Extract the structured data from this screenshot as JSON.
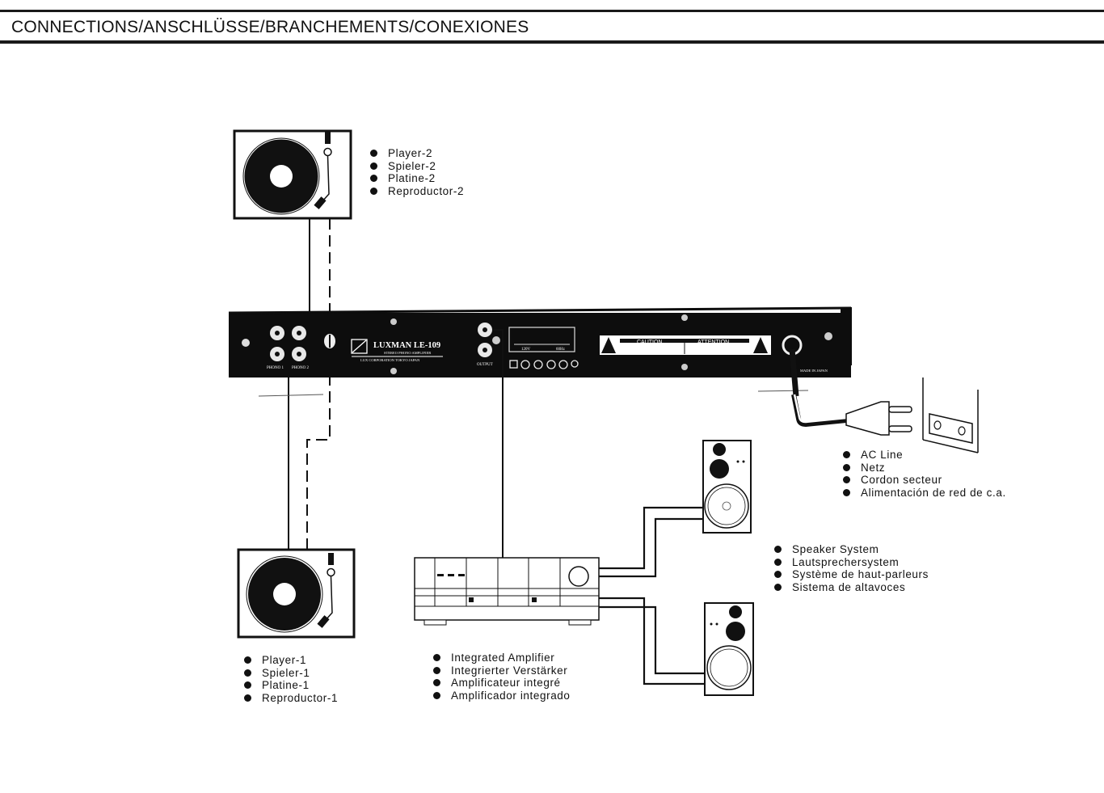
{
  "header": {
    "title": "CONNECTIONS/ANSCHLÜSSE/BRANCHEMENTS/CONEXIONES"
  },
  "receiver": {
    "brand": "LUXMAN LE-109",
    "subtitle": "STEREO PHONO AMPLIFIER",
    "maker": "LUX CORPORATION TOKYO JAPAN",
    "input_labels": [
      "PHONO 1",
      "PHONO 2"
    ],
    "output_label": "OUTPUT",
    "voltage_label": "120V",
    "frequency_label": "60Hz",
    "caution_label": "CAUTION",
    "attention_label": "ATTENTION",
    "made_in": "MADE IN JAPAN",
    "cert_icons": [
      "d-icon",
      "s-icon",
      "d-circle-icon",
      "n-icon",
      "fi-icon",
      "ul-icon"
    ]
  },
  "labels": {
    "player2": [
      "Player-2",
      "Spieler-2",
      "Platine-2",
      "Reproductor-2"
    ],
    "player1": [
      "Player-1",
      "Spieler-1",
      "Platine-1",
      "Reproductor-1"
    ],
    "amplifier": [
      "Integrated Amplifier",
      "Integrierter Verstärker",
      "Amplificateur integré",
      "Amplificador integrado"
    ],
    "ac_line": [
      "AC Line",
      "Netz",
      "Cordon secteur",
      "Alimentación de red de c.a."
    ],
    "speakers": [
      "Speaker System",
      "Lautsprechersystem",
      "Système de haut-parleurs",
      "Sistema de altavoces"
    ]
  }
}
